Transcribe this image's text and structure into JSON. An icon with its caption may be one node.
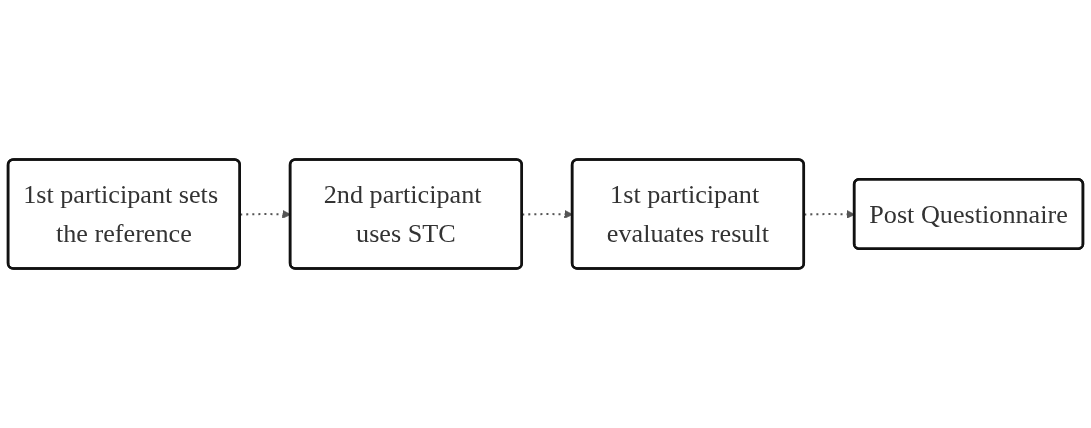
{
  "diagram": {
    "nodes": [
      {
        "text": [
          "1st participant sets the reference"
        ]
      },
      {
        "text": [
          "2nd participant uses STC"
        ]
      },
      {
        "text": [
          "1st participant evaluates result"
        ]
      },
      {
        "text": [
          "Post Questionnaire"
        ]
      }
    ],
    "edges": [
      {
        "from": 0,
        "to": 1,
        "arrow": "to",
        "style": "dashed"
      },
      {
        "from": 1,
        "to": 2,
        "arrow": "to",
        "style": "dashed"
      },
      {
        "from": 2,
        "to": 3,
        "arrow": "to",
        "style": "dashed"
      }
    ]
  }
}
